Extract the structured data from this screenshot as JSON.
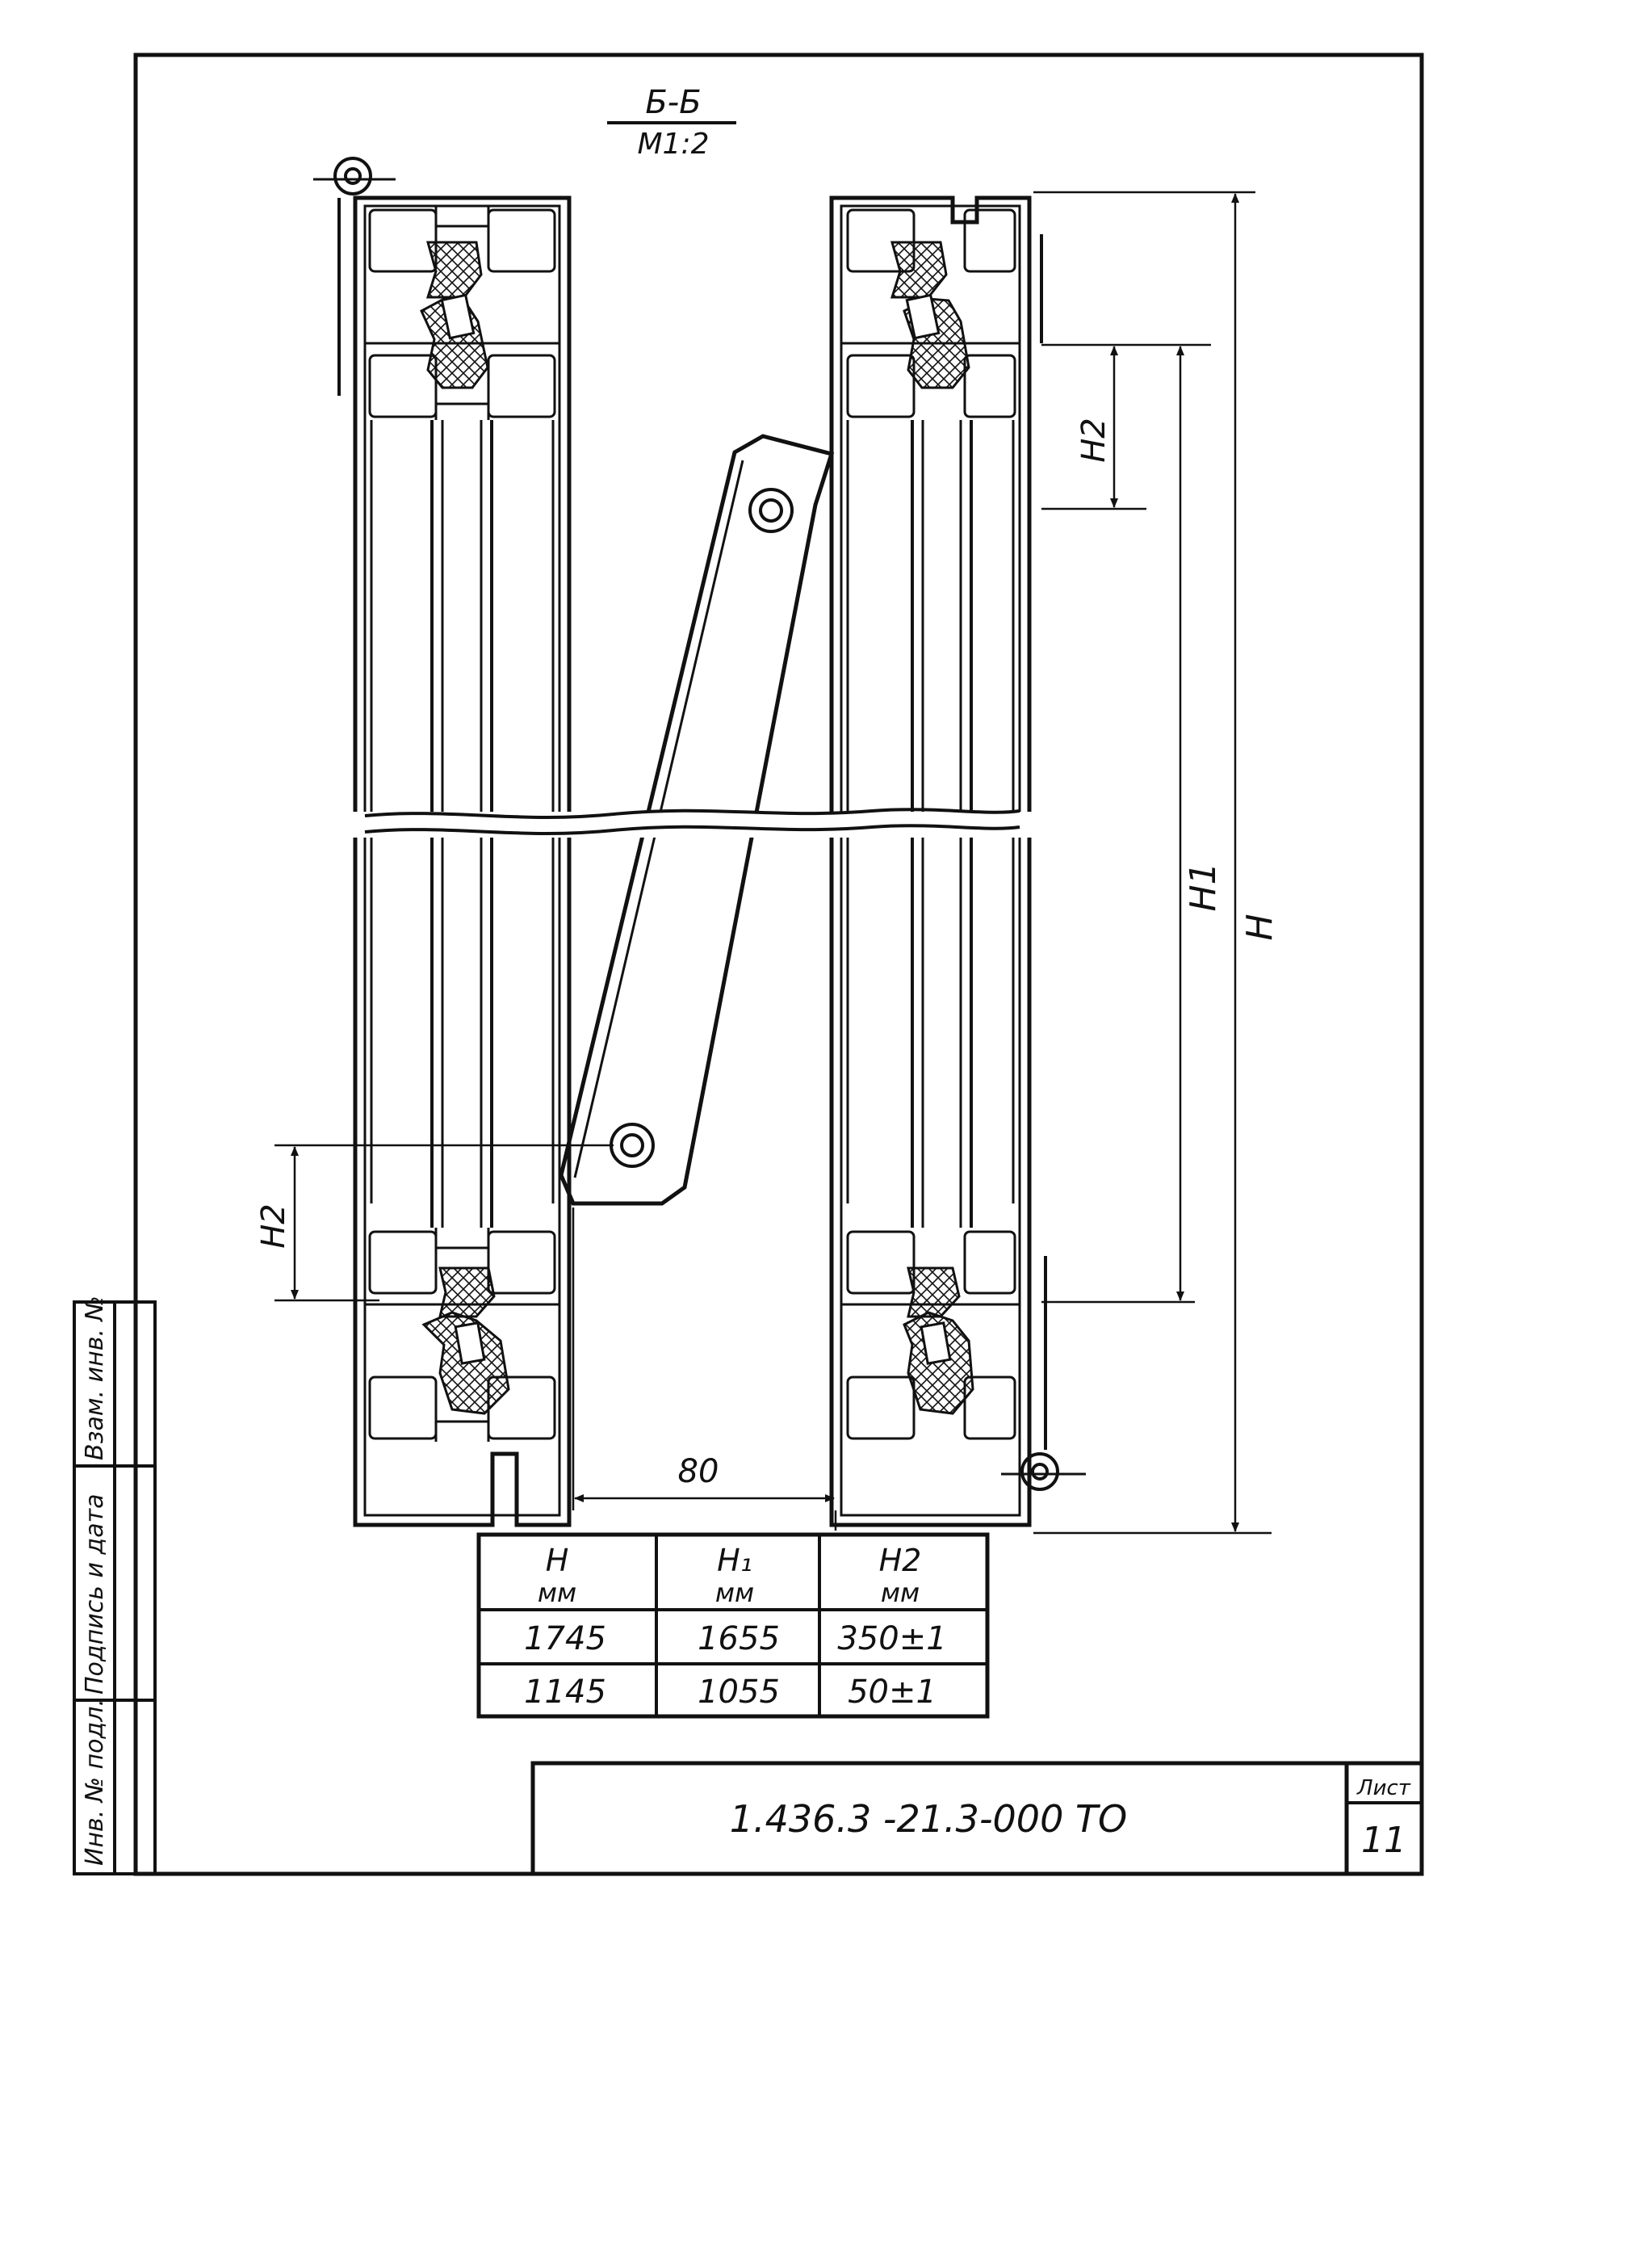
{
  "section": {
    "name": "Б-Б",
    "scale": "М1:2"
  },
  "dimensions": {
    "h": "Н",
    "h1": "Н1",
    "h2_top": "Н2",
    "h2_bottom": "Н2",
    "gap": "80"
  },
  "table": {
    "headers": [
      {
        "label": "Н",
        "unit": "мм"
      },
      {
        "label": "Н₁",
        "unit": "мм"
      },
      {
        "label": "Н2",
        "unit": "мм"
      }
    ],
    "rows": [
      [
        "1745",
        "1655",
        "350±1"
      ],
      [
        "1145",
        "1055",
        "50±1"
      ]
    ]
  },
  "title_block": {
    "code": "1.436.3 -21.3-000   ТО",
    "sheet_label": "Лист",
    "sheet_number": "11"
  },
  "side_stamp": {
    "field1": "Инв. № подл.",
    "field2": "Подпись и дата",
    "field3": "Взам. инв. №"
  }
}
